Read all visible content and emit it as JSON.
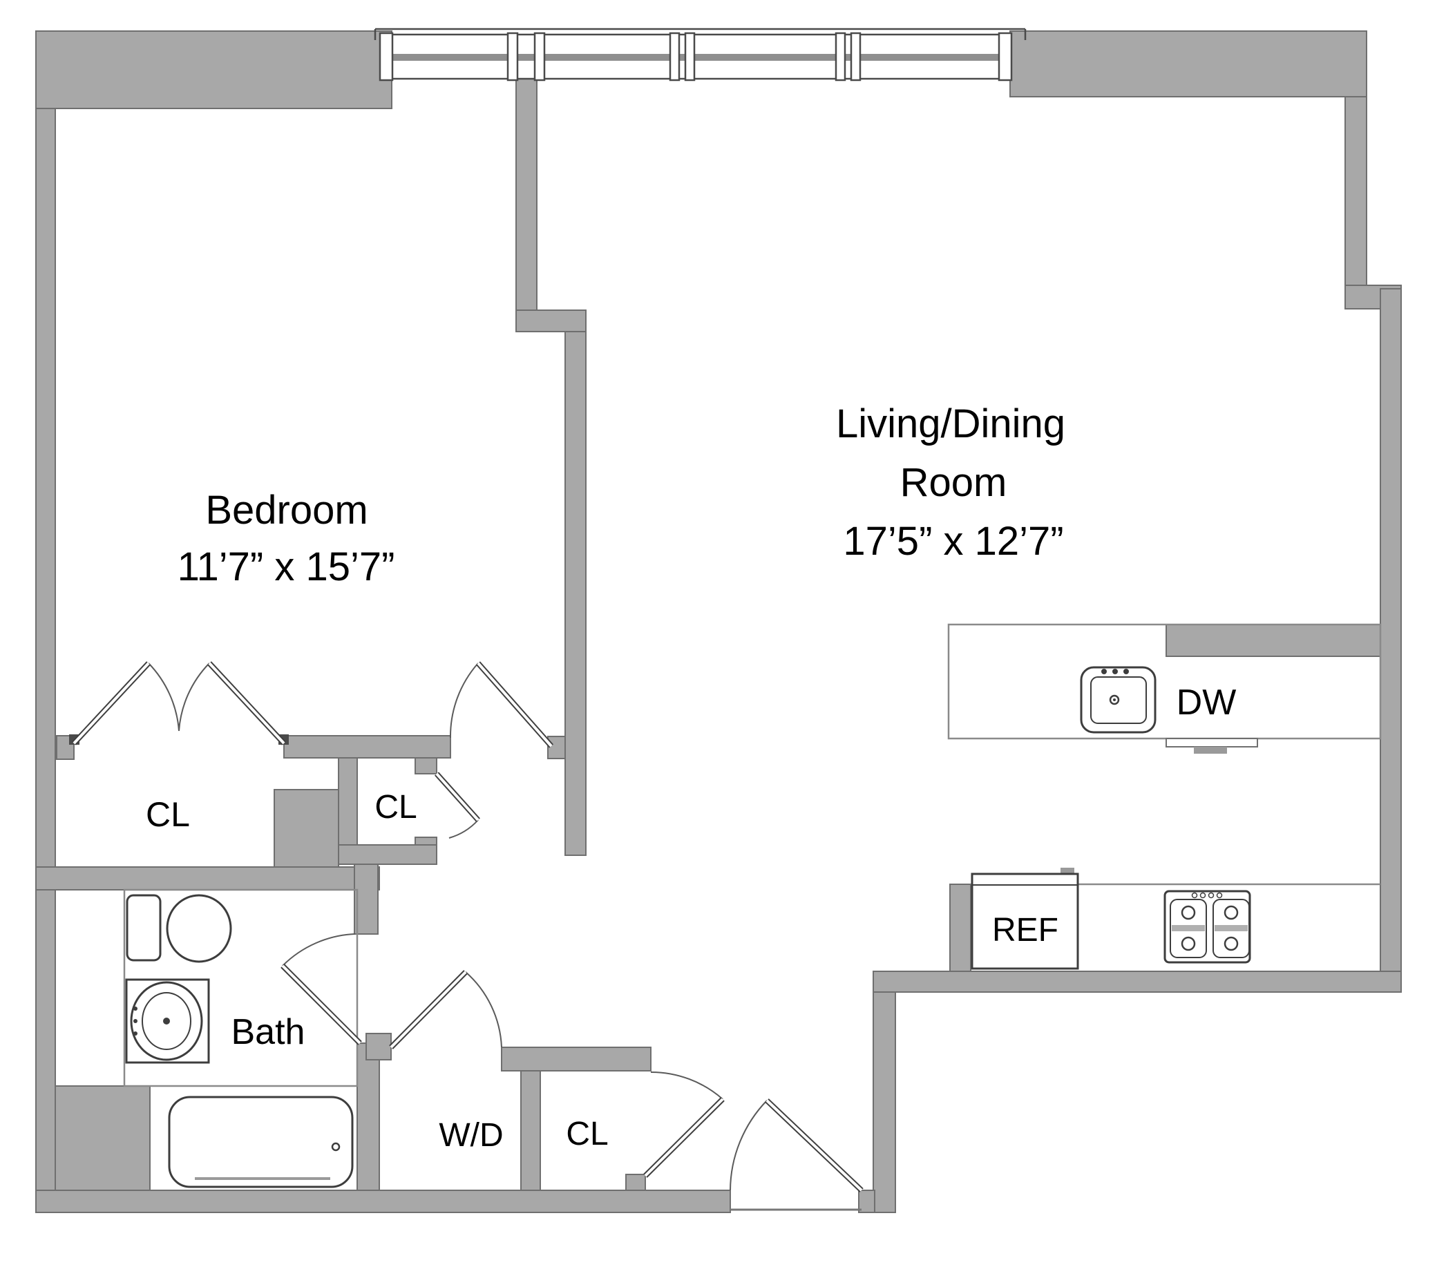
{
  "plan": {
    "type": "apartment-floor-plan",
    "rooms": {
      "bedroom": {
        "name": "Bedroom",
        "dims": "11’7” x 15’7”"
      },
      "living_dining": {
        "name_line1": "Living/Dining",
        "name_line2": "Room",
        "dims": "17’5” x 12’7”"
      },
      "bath": {
        "name": "Bath"
      },
      "washer_dryer": {
        "name": "W/D"
      },
      "bedroom_closet": {
        "name": "CL"
      },
      "hall_closet": {
        "name": "CL"
      },
      "entry_closet": {
        "name": "CL"
      }
    },
    "appliances": {
      "refrigerator": {
        "label": "REF"
      },
      "dishwasher": {
        "label": "DW"
      }
    },
    "fixtures": [
      "toilet",
      "bathroom-sink",
      "bathtub",
      "kitchen-sink",
      "stove-4-burner",
      "refrigerator",
      "dishwasher-island",
      "entry-door",
      "bedroom-door",
      "bath-door",
      "closet-doors",
      "windows"
    ],
    "colors": {
      "wall_fill": "#a8a8a8",
      "wall_edge": "#6f6f6f",
      "fixture_line": "#3d3d3d",
      "light_line": "#8f8f8f",
      "text": "#000000",
      "background": "#ffffff"
    }
  }
}
